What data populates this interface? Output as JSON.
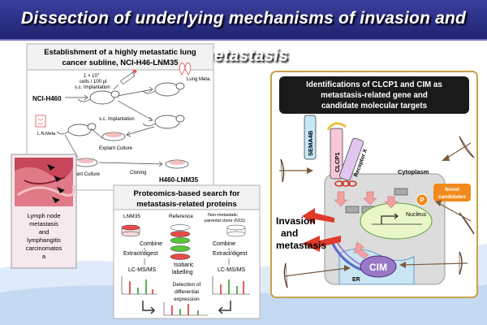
{
  "title": "Dissection of underlying mechanisms of invasion and metastasis",
  "panel_lnm": {
    "heading_line1": "Establishment of a highly metastatic lung",
    "heading_line2": "cancer subline, NCI-H46-LNM35",
    "cells_label_line1": "1 × 10",
    "cells_label_line1_sup": "7",
    "cells_label_line2": "cells / 100 µl",
    "cells_label_line3": "s.c. Implantation",
    "lung_meta": "Lung Meta.",
    "parent_line": "NCI-H460",
    "sc_implantation": "s.c. Implantation",
    "ln_meta": "L.N.Meta.",
    "explant_culture_1": "Explant Culture",
    "explant_culture_2": "Explant Culture",
    "cloning": "Cloning",
    "result_line": "H460-LNM35"
  },
  "photo_caption": {
    "line1": "Lymph node",
    "line2": "metastasis",
    "line3": "and",
    "line4": "lymphangitis",
    "line5": "carcinomatos",
    "line6": "a"
  },
  "panel_proteomics": {
    "heading_line1": "Proteomics-based search for",
    "heading_line2": "metastasis-related proteins",
    "col_left": "LNM35",
    "col_mid": "Reference",
    "col_right_line1": "Non-metastatic",
    "col_right_line2": "parental clone (N15)",
    "combine_left": "Combine",
    "combine_right": "Combine",
    "extract_left": "Extract/digest",
    "extract_right": "Extract/digest",
    "isobaric_line1": "Isobaric",
    "isobaric_line2": "labelling",
    "lcms_left": "LC-MS/MS",
    "lcms_right": "LC-MS/MS",
    "detection_line1": "Detection of",
    "detection_line2": "differential",
    "detection_line3": "expression"
  },
  "panel_targets": {
    "heading_line1": "Identifications of CLCP1 and CIM as",
    "heading_line2": "metastasis-related gene and",
    "heading_line3": "candidate molecular targets",
    "sema4b": "SEMA4B",
    "clcp1": "CLCP1",
    "receptor_x": "Receptor X",
    "cytoplasm": "Cytoplasm",
    "novel_line1": "Novel",
    "novel_line2": "candidates",
    "p_badge": "P",
    "nucleus": "Nucleus",
    "cim": "CIM",
    "er": "ER",
    "invasion_line1": "Invasion",
    "invasion_line2": "and",
    "invasion_line3": "metastasis"
  },
  "colors": {
    "banner": "#2a2f8a",
    "panel_border": "#c8a24a",
    "cell_fill": "#dcdcdc",
    "nucleus_fill": "#e9f7c8",
    "arrow_red": "#e03a2a",
    "novel_orange": "#f08a1c",
    "cim_purple": "#7b4fa6"
  }
}
